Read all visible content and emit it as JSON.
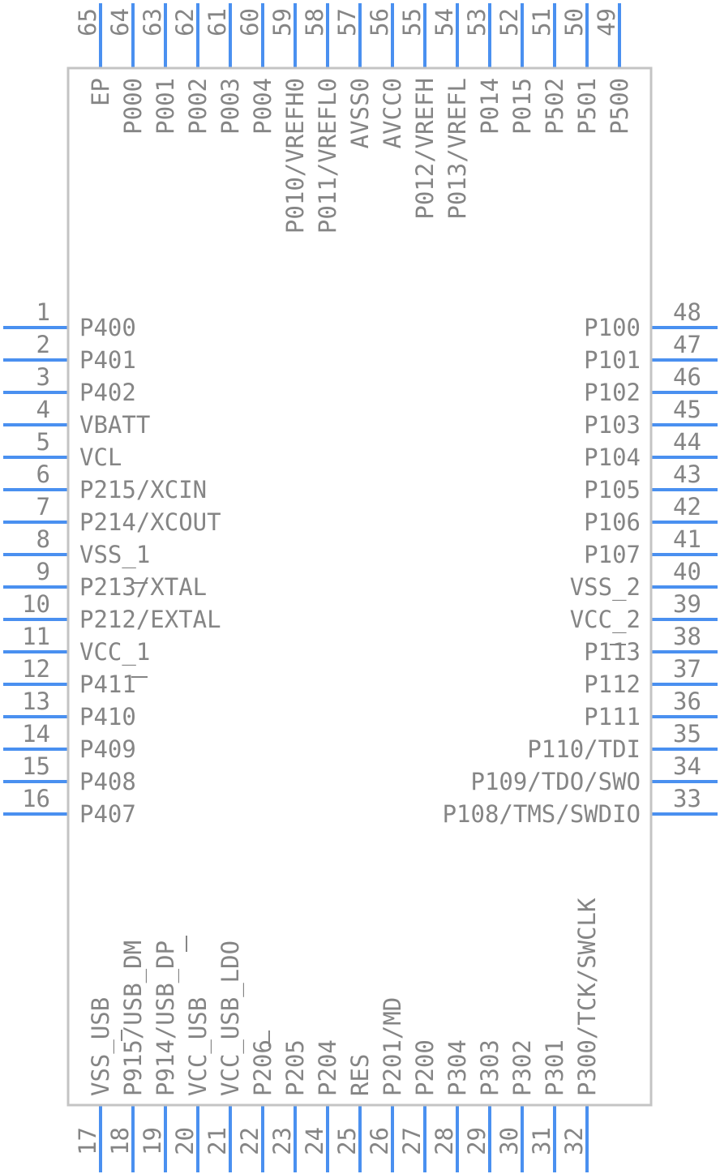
{
  "component": {
    "colors": {
      "pin": "#4a90f0",
      "text": "#858585",
      "outline": "#c4c4c4"
    },
    "left_pins": [
      {
        "num": "1",
        "name": "P400"
      },
      {
        "num": "2",
        "name": "P401"
      },
      {
        "num": "3",
        "name": "P402"
      },
      {
        "num": "4",
        "name": "VBATT"
      },
      {
        "num": "5",
        "name": "VCL"
      },
      {
        "num": "6",
        "name": "P215/XCIN"
      },
      {
        "num": "7",
        "name": "P214/XCOUT"
      },
      {
        "num": "8",
        "name": "VSS_1"
      },
      {
        "num": "9",
        "name": "P213/XTAL"
      },
      {
        "num": "10",
        "name": "P212/EXTAL"
      },
      {
        "num": "11",
        "name": "VCC_1"
      },
      {
        "num": "12",
        "name": "P411"
      },
      {
        "num": "13",
        "name": "P410"
      },
      {
        "num": "14",
        "name": "P409"
      },
      {
        "num": "15",
        "name": "P408"
      },
      {
        "num": "16",
        "name": "P407"
      }
    ],
    "bottom_pins": [
      {
        "num": "17",
        "name": "VSS_USB"
      },
      {
        "num": "18",
        "name": "P915/USB_DM"
      },
      {
        "num": "19",
        "name": "P914/USB_DP"
      },
      {
        "num": "20",
        "name": "VCC_USB"
      },
      {
        "num": "21",
        "name": "VCC_USB_LDO"
      },
      {
        "num": "22",
        "name": "P206"
      },
      {
        "num": "23",
        "name": "P205"
      },
      {
        "num": "24",
        "name": "P204"
      },
      {
        "num": "25",
        "name": "RES"
      },
      {
        "num": "26",
        "name": "P201/MD"
      },
      {
        "num": "27",
        "name": "P200"
      },
      {
        "num": "28",
        "name": "P304"
      },
      {
        "num": "29",
        "name": "P303"
      },
      {
        "num": "30",
        "name": "P302"
      },
      {
        "num": "31",
        "name": "P301"
      },
      {
        "num": "32",
        "name": "P300/TCK/SWCLK"
      }
    ],
    "right_pins": [
      {
        "num": "48",
        "name": "P100"
      },
      {
        "num": "47",
        "name": "P101"
      },
      {
        "num": "46",
        "name": "P102"
      },
      {
        "num": "45",
        "name": "P103"
      },
      {
        "num": "44",
        "name": "P104"
      },
      {
        "num": "43",
        "name": "P105"
      },
      {
        "num": "42",
        "name": "P106"
      },
      {
        "num": "41",
        "name": "P107"
      },
      {
        "num": "40",
        "name": "VSS_2"
      },
      {
        "num": "39",
        "name": "VCC_2"
      },
      {
        "num": "38",
        "name": "P113"
      },
      {
        "num": "37",
        "name": "P112"
      },
      {
        "num": "36",
        "name": "P111"
      },
      {
        "num": "35",
        "name": "P110/TDI"
      },
      {
        "num": "34",
        "name": "P109/TDO/SWO"
      },
      {
        "num": "33",
        "name": "P108/TMS/SWDIO"
      }
    ],
    "top_pins": [
      {
        "num": "65",
        "name": "EP"
      },
      {
        "num": "64",
        "name": "P000"
      },
      {
        "num": "63",
        "name": "P001"
      },
      {
        "num": "62",
        "name": "P002"
      },
      {
        "num": "61",
        "name": "P003"
      },
      {
        "num": "60",
        "name": "P004"
      },
      {
        "num": "59",
        "name": "P010/VREFH0"
      },
      {
        "num": "58",
        "name": "P011/VREFL0"
      },
      {
        "num": "57",
        "name": "AVSS0"
      },
      {
        "num": "56",
        "name": "AVCC0"
      },
      {
        "num": "55",
        "name": "P012/VREFH"
      },
      {
        "num": "54",
        "name": "P013/VREFL"
      },
      {
        "num": "53",
        "name": "P014"
      },
      {
        "num": "52",
        "name": "P015"
      },
      {
        "num": "51",
        "name": "P502"
      },
      {
        "num": "50",
        "name": "P501"
      },
      {
        "num": "49",
        "name": "P500"
      }
    ]
  }
}
